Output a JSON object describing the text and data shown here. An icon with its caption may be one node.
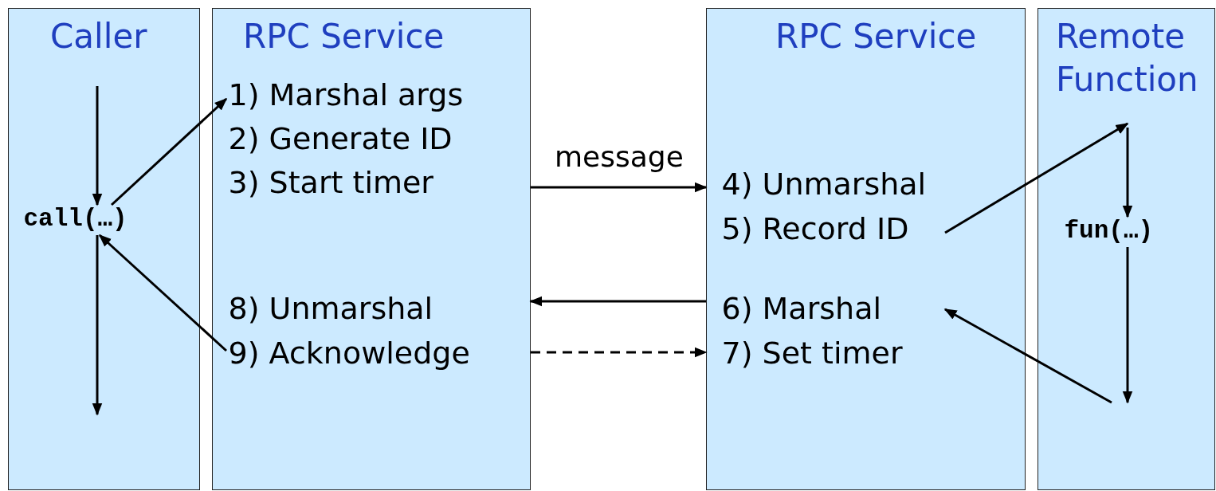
{
  "diagram": {
    "nodes": [
      {
        "text": [
          "Caller"
        ]
      },
      {
        "text": [
          "RPC Service"
        ]
      },
      {
        "text": [
          "RPC Service"
        ]
      },
      {
        "text": [
          "Remote Function"
        ]
      },
      {
        "text": [
          "call(…)"
        ],
        "in": 0
      },
      {
        "text": [
          "1) Marshal args"
        ],
        "in": 1
      },
      {
        "text": [
          "2) Generate ID"
        ],
        "in": 1
      },
      {
        "text": [
          "3) Start timer"
        ],
        "in": 1
      },
      {
        "text": [
          "8) Unmarshal"
        ],
        "in": 1
      },
      {
        "text": [
          "9) Acknowledge"
        ],
        "in": 1
      },
      {
        "text": [
          "4) Unmarshal"
        ],
        "in": 2
      },
      {
        "text": [
          "5) Record ID"
        ],
        "in": 2
      },
      {
        "text": [
          "6) Marshal"
        ],
        "in": 2
      },
      {
        "text": [
          "7) Set timer"
        ],
        "in": 2
      },
      {
        "text": [
          "fun(…)"
        ],
        "in": 3
      }
    ],
    "edges": [
      {
        "from": null,
        "to": 4,
        "arrow": "to"
      },
      {
        "from": 4,
        "to": 5,
        "arrow": "to"
      },
      {
        "from": 1,
        "to": 2,
        "arrow": "to",
        "label": "message"
      },
      {
        "from": 11,
        "to": null,
        "arrow": "to"
      },
      {
        "from": null,
        "to": 14,
        "arrow": "to"
      },
      {
        "from": 14,
        "to": null,
        "arrow": "to"
      },
      {
        "from": null,
        "to": 12,
        "arrow": "to"
      },
      {
        "from": 2,
        "to": 1,
        "arrow": "to"
      },
      {
        "from": 1,
        "to": 2,
        "arrow": "to",
        "style": "dashed"
      },
      {
        "from": 9,
        "to": 4,
        "arrow": "to"
      },
      {
        "from": 4,
        "to": null,
        "arrow": "to"
      }
    ]
  }
}
